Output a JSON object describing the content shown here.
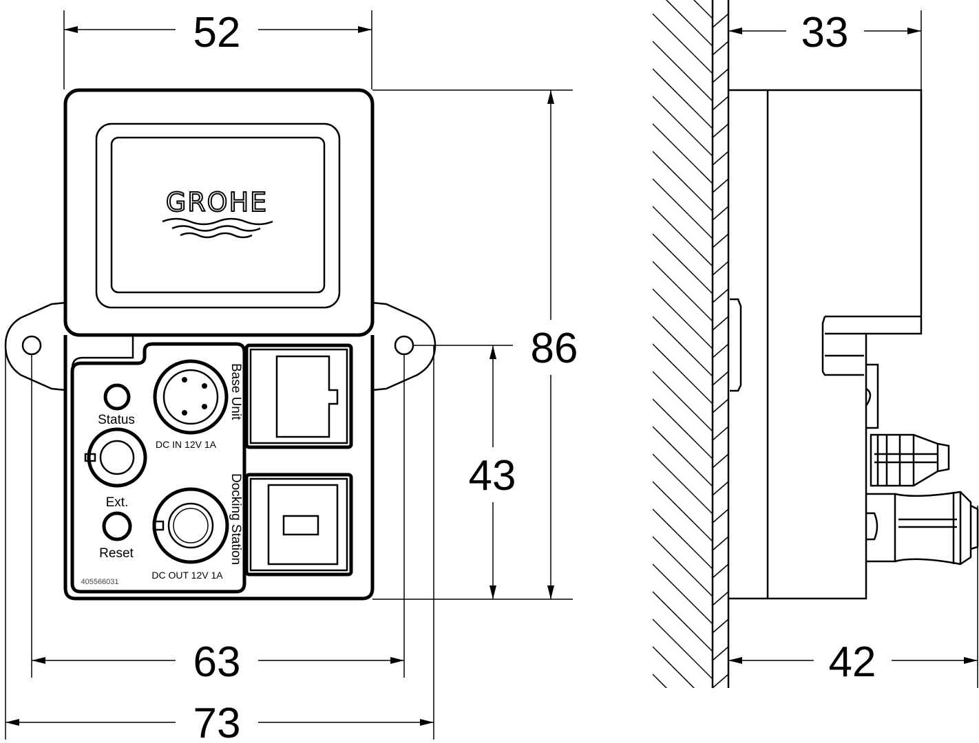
{
  "brand": {
    "logo_text": "GROHE"
  },
  "front_view": {
    "labels": {
      "status": "Status",
      "ext": "Ext.",
      "reset": "Reset",
      "dc_in": "DC IN 12V 1A",
      "dc_out": "DC OUT  12V  1A",
      "base_unit": "Base Unit",
      "docking_station": "Docking Station",
      "part_number": "405566031"
    }
  },
  "dimensions": {
    "top_width": "52",
    "height": "86",
    "lower_height": "43",
    "hole_spacing": "63",
    "total_width": "73",
    "side_depth_top": "33",
    "side_depth_total": "42"
  },
  "colors": {
    "line": "#000000",
    "background": "#ffffff"
  }
}
